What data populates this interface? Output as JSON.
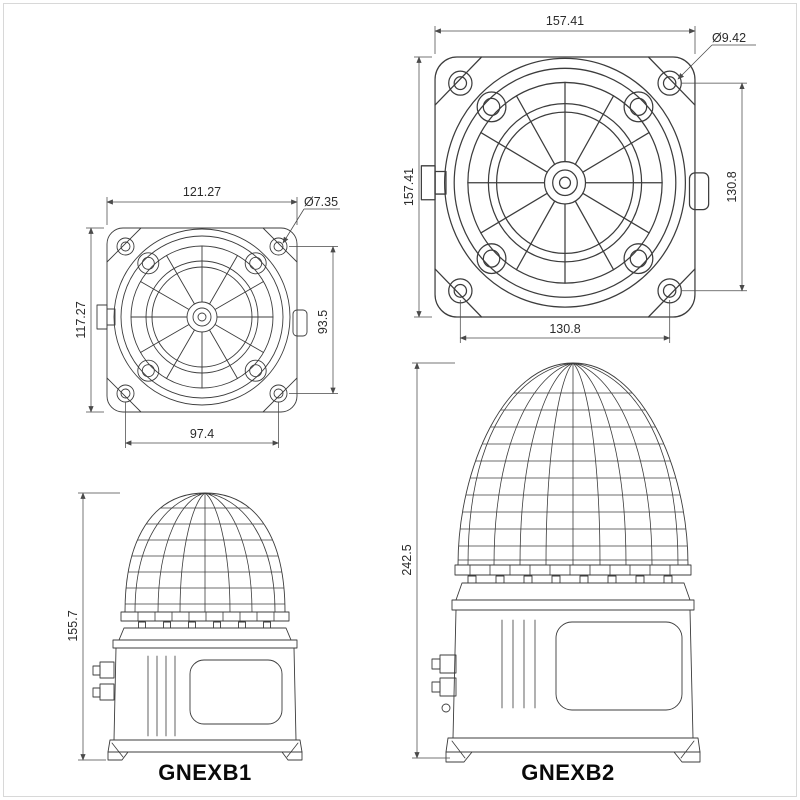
{
  "page": {
    "background": "#ffffff",
    "line_color": "#3c3c3c",
    "dim_color": "#4a4a4a",
    "label_color": "#0a0a0a"
  },
  "products": [
    {
      "label": "GNEXB1",
      "front": {
        "width": "121.27",
        "height": "117.27",
        "hole": "Ø7.35",
        "bolt_v": "93.5",
        "bolt_h": "97.4"
      },
      "side": {
        "height": "155.7"
      }
    },
    {
      "label": "GNEXB2",
      "front": {
        "width": "157.41",
        "height": "157.41",
        "hole": "Ø9.42",
        "bolt_v": "130.8",
        "bolt_h": "130.8"
      },
      "side": {
        "height": "242.5"
      }
    }
  ]
}
